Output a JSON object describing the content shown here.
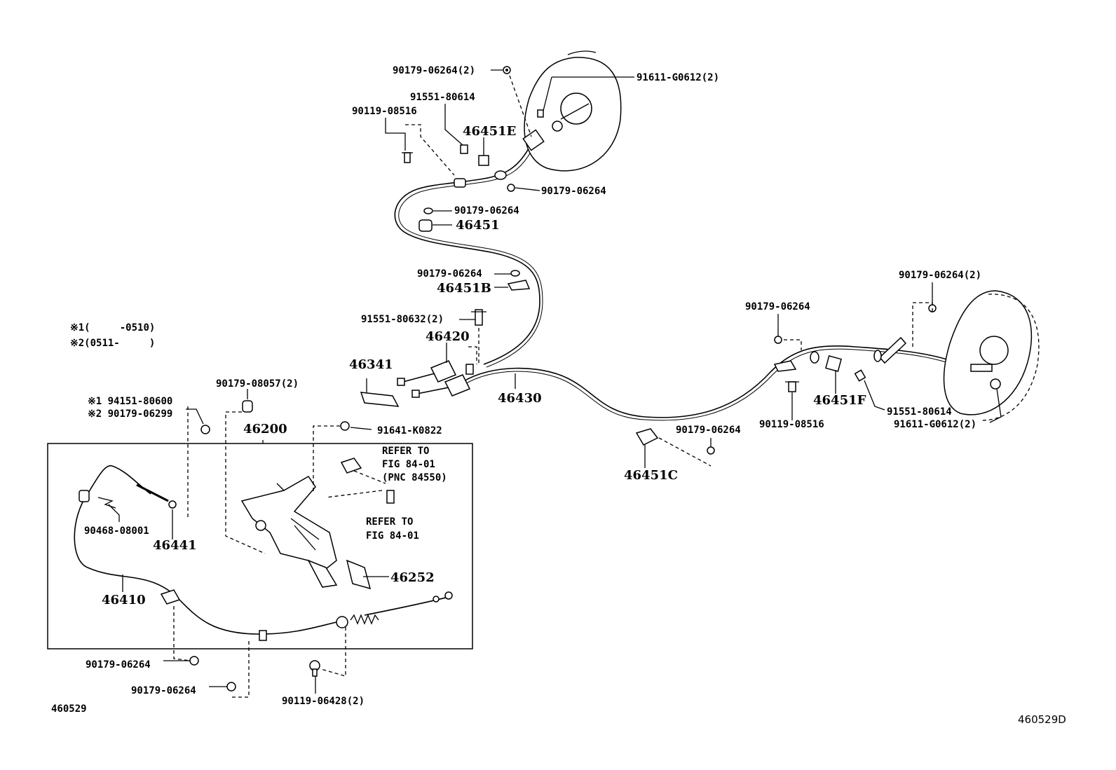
{
  "diagram": {
    "labels": {
      "p90179_06264_2_top": "90179-06264(2)",
      "p91611_g0612_2_top": "91611-G0612(2)",
      "p91551_80614_top": "91551-80614",
      "p90119_08516_top": "90119-08516",
      "p46451E": "46451E",
      "p90179_06264_a": "90179-06264",
      "p90179_06264_b": "90179-06264",
      "p46451": "46451",
      "p90179_06264_c": "90179-06264",
      "p46451B": "46451B",
      "p91551_80632_2": "91551-80632(2)",
      "p46420": "46420",
      "p46341": "46341",
      "p46430": "46430",
      "note1": "※1(     -0510)",
      "note2": "※2(0511-     )",
      "p90179_08057_2": "90179-08057(2)",
      "p94151_80600": "※1 94151-80600",
      "p90179_06299": "※2 90179-06299",
      "p46200": "46200",
      "p91641_k0822": "91641-K0822",
      "refer1_line1": "REFER TO",
      "refer1_line2": "FIG 84-01",
      "refer1_line3": "(PNC 84550)",
      "refer2_line1": "REFER TO",
      "refer2_line2": "FIG 84-01",
      "p90468_08001": "90468-08001",
      "p46441": "46441",
      "p46252": "46252",
      "p46410": "46410",
      "p90179_06264_d": "90179-06264",
      "p90179_06264_e": "90179-06264",
      "p90119_06428_2": "90119-06428(2)",
      "code_left": "460529",
      "code_right": "460529D",
      "p90179_06264_f": "90179-06264",
      "p90179_06264_2_right": "90179-06264(2)",
      "p46451F": "46451F",
      "p90119_08516_right": "90119-08516",
      "p91551_80614_right": "91551-80614",
      "p91611_g0612_2_right": "91611-G0612(2)",
      "p90179_06264_g": "90179-06264",
      "p46451C": "46451C"
    }
  }
}
